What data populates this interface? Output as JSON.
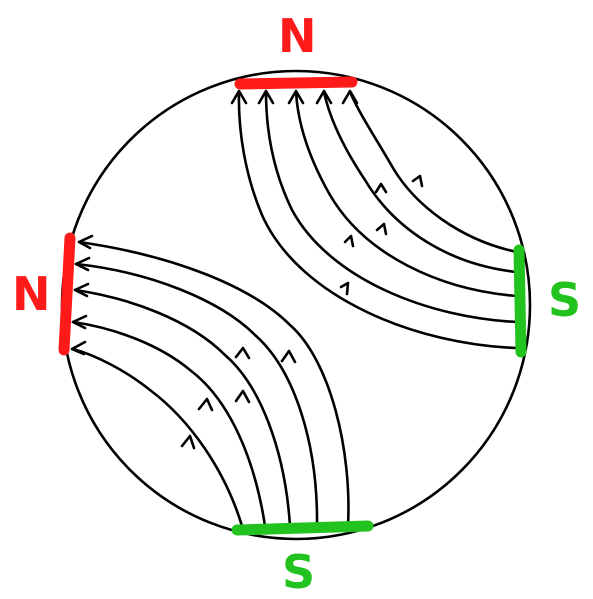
{
  "poles": {
    "top": {
      "label": "N",
      "color": "#ff1a1a"
    },
    "left": {
      "label": "N",
      "color": "#ff1a1a"
    },
    "right": {
      "label": "S",
      "color": "#22c31f"
    },
    "bottom": {
      "label": "S",
      "color": "#22c31f"
    }
  },
  "colors": {
    "outline": "#000000",
    "field_lines": "#000000",
    "background": "#ffffff"
  }
}
